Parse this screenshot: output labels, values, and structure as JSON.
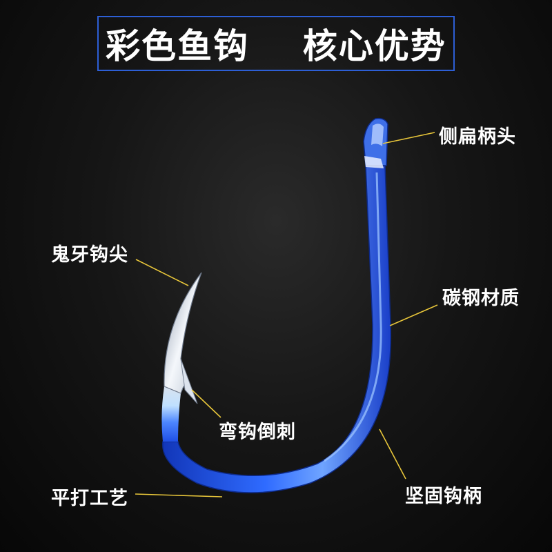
{
  "title": "彩色鱼钩    核心优势",
  "labels": {
    "side_flat_head": "侧扁柄头",
    "ghost_tooth_tip": "鬼牙钩尖",
    "carbon_steel": "碳钢材质",
    "curved_barb": "弯钩倒刺",
    "flat_forging": "平打工艺",
    "sturdy_shank": "坚固钩柄"
  },
  "colors": {
    "background": "#111111",
    "title_border": "#2d5fd6",
    "hook_blue": "#1f4fe6",
    "hook_silver": "#dfe6ef",
    "leader_line": "#e8c63a",
    "text": "#ffffff"
  }
}
